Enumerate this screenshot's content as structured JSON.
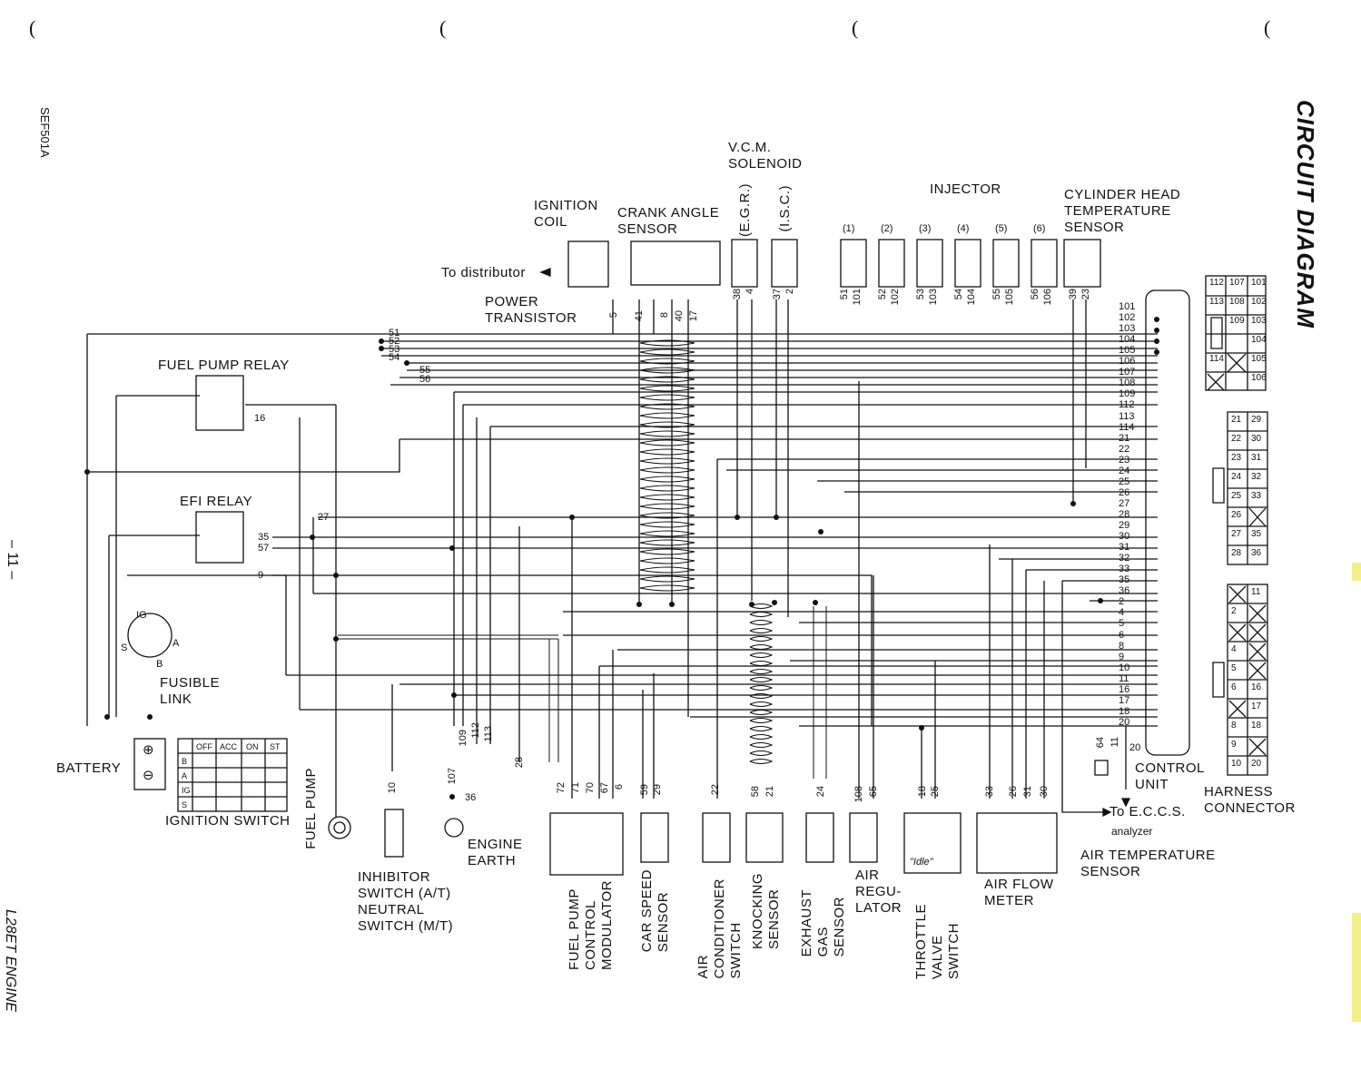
{
  "page": {
    "title": "CIRCUIT DIAGRAM",
    "figure_id": "SEF501A",
    "page_number": "– 11 –",
    "engine": "L28ET ENGINE",
    "parens": [
      "(",
      "(",
      "(",
      "("
    ]
  },
  "components": {
    "fuel_pump_relay": "FUEL PUMP RELAY",
    "efi_relay": "EFI RELAY",
    "battery": "BATTERY",
    "fusible_link": "FUSIBLE\nLINK",
    "ignition_switch": "IGNITION SWITCH",
    "fuel_pump": "FUEL PUMP",
    "inhibitor_switch": "INHIBITOR\nSWITCH (A/T)\nNEUTRAL\nSWITCH (M/T)",
    "engine_earth": "ENGINE\nEARTH",
    "fuel_pump_control_modulator": "FUEL PUMP\nCONTROL\nMODULATOR",
    "car_speed_sensor": "CAR SPEED\nSENSOR",
    "air_conditioner_switch": "AIR\nCONDITIONER\nSWITCH",
    "knocking_sensor": "KNOCKING\nSENSOR",
    "exhaust_gas_sensor": "EXHAUST\nGAS\nSENSOR",
    "air_regulator": "AIR\nREGU-\nLATOR",
    "throttle_valve_switch": "THROTTLE\nVALVE\nSWITCH",
    "air_flow_meter": "AIR FLOW\nMETER",
    "air_temperature_sensor": "AIR TEMPERATURE\nSENSOR",
    "control_unit": "CONTROL\nUNIT",
    "harness_connector": "HARNESS\nCONNECTOR",
    "eccs_analyzer_to": "To E.C.C.S.",
    "eccs_analyzer": "analyzer",
    "ignition_coil": "IGNITION\nCOIL",
    "to_distributor": "To distributor",
    "power_transistor": "POWER\nTRANSISTOR",
    "crank_angle_sensor": "CRANK ANGLE\nSENSOR",
    "vcm_solenoid": "V.C.M.\nSOLENOID",
    "egr": "(E.G.R.)",
    "isc": "(I.S.C.)",
    "injector": "INJECTOR",
    "injector_numbers": [
      "(1)",
      "(2)",
      "(3)",
      "(4)",
      "(5)",
      "(6)"
    ],
    "cylinder_head_temp_sensor": "CYLINDER HEAD\nTEMPERATURE\nSENSOR",
    "idle": "\"Idle\""
  },
  "ignition_switch_table": {
    "headers": [
      "OFF",
      "ACC",
      "ON",
      "ST"
    ],
    "rows": [
      "B",
      "A",
      "IG",
      "S"
    ]
  },
  "ignition_switch_terminals": [
    "IG",
    "S",
    "A",
    "B"
  ],
  "wire_numbers": {
    "top_left_bundle": [
      "51",
      "52",
      "53",
      "54",
      "55",
      "56"
    ],
    "relay": [
      "16",
      "35",
      "57",
      "27",
      "9"
    ],
    "earth_group": [
      "107",
      "109",
      "112",
      "113",
      "28",
      "36"
    ],
    "inhibitor": "10",
    "fpcm": [
      "72",
      "71",
      "70",
      "67",
      "6"
    ],
    "car_speed": [
      "59",
      "29"
    ],
    "aircon": "22",
    "knock": [
      "58",
      "21"
    ],
    "exhaust": "24",
    "air_reg": [
      "108",
      "65"
    ],
    "throttle": [
      "18",
      "25"
    ],
    "air_flow": [
      "33",
      "26",
      "31",
      "30"
    ],
    "ecu_check": [
      "64",
      "11",
      "20"
    ],
    "crank": [
      "41",
      "8",
      "40",
      "17"
    ],
    "transistor": "5",
    "egr": [
      "38",
      "4"
    ],
    "isc": [
      "37",
      "2"
    ],
    "injectors": [
      [
        "51",
        "101"
      ],
      [
        "52",
        "102"
      ],
      [
        "53",
        "103"
      ],
      [
        "54",
        "104"
      ],
      [
        "55",
        "105"
      ],
      [
        "56",
        "106"
      ]
    ],
    "cht": [
      "39",
      "23"
    ]
  },
  "control_unit_pins": [
    "101",
    "102",
    "103",
    "104",
    "105",
    "106",
    "107",
    "108",
    "109",
    "112",
    "113",
    "114",
    "21",
    "22",
    "23",
    "24",
    "25",
    "26",
    "27",
    "28",
    "29",
    "30",
    "31",
    "32",
    "33",
    "35",
    "36",
    "2",
    "4",
    "5",
    "6",
    "8",
    "9",
    "10",
    "11",
    "16",
    "17",
    "18",
    "20"
  ],
  "harness_connector_blocks": {
    "block1": [
      [
        "112",
        "107",
        "101"
      ],
      [
        "113",
        "108",
        "102"
      ],
      [
        "",
        "109",
        "103"
      ],
      [
        "",
        "",
        "104"
      ],
      [
        "114",
        "",
        "105"
      ],
      [
        "",
        "",
        "106"
      ]
    ],
    "block2": [
      [
        "21",
        "29"
      ],
      [
        "22",
        "30"
      ],
      [
        "23",
        "31"
      ],
      [
        "24",
        "32"
      ],
      [
        "25",
        "33"
      ],
      [
        "26",
        ""
      ],
      [
        "27",
        "35"
      ],
      [
        "28",
        "36"
      ]
    ],
    "block3": [
      [
        "",
        "11"
      ],
      [
        "2",
        ""
      ],
      [
        "",
        ""
      ],
      [
        "4",
        ""
      ],
      [
        "5",
        ""
      ],
      [
        "6",
        "16"
      ],
      [
        "",
        "17"
      ],
      [
        "8",
        "18"
      ],
      [
        "9",
        ""
      ],
      [
        "10",
        "20"
      ]
    ]
  }
}
